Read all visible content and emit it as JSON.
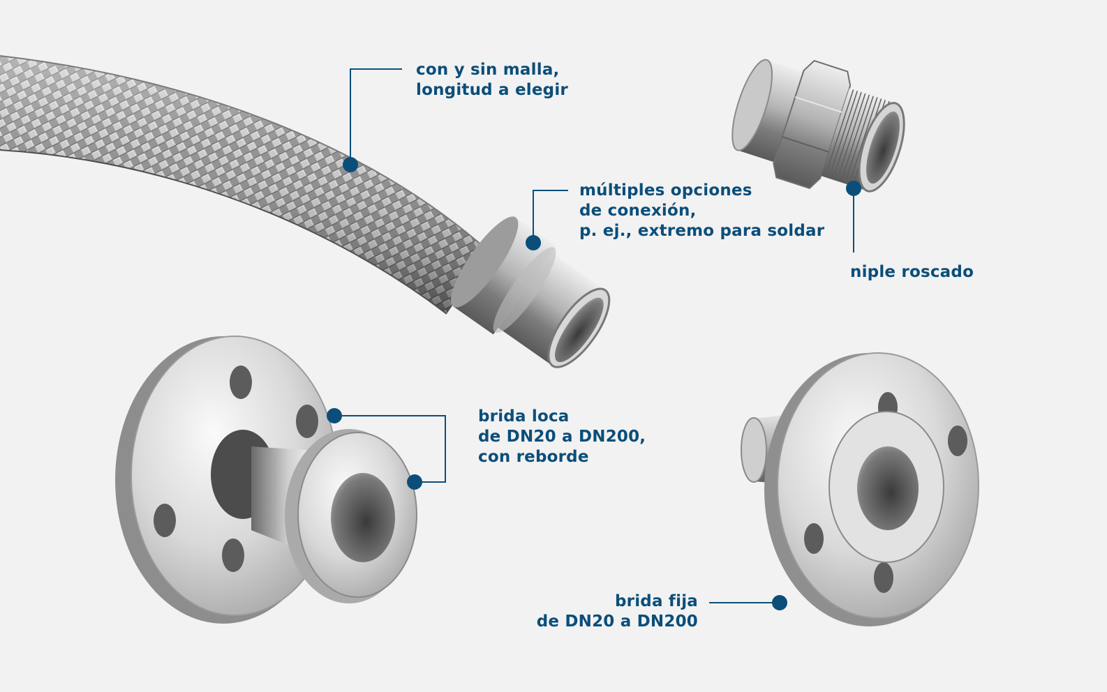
{
  "colors": {
    "background": "#f2f2f2",
    "label_text": "#0b4e7a",
    "callout_line": "#0b4e7a",
    "callout_dot": "#0b4e7a",
    "steel_light": "#e4e4e4",
    "steel_mid": "#a8a8a8",
    "steel_dark": "#5a5a5a"
  },
  "callouts": {
    "braid": {
      "lines": [
        "con y sin malla,",
        "longitud a elegir"
      ]
    },
    "connection": {
      "lines": [
        "múltiples opciones",
        "de conexión,",
        "p. ej., extremo para soldar"
      ]
    },
    "nipple": {
      "lines": [
        "niple roscado"
      ]
    },
    "loose_flange": {
      "lines": [
        "brida loca",
        "de DN20 a DN200,",
        "con reborde"
      ]
    },
    "fixed_flange": {
      "lines": [
        "brida fija",
        "de DN20 a DN200"
      ]
    }
  },
  "parts": {
    "hose": {
      "icon": "braided-hose-icon"
    },
    "weld_end": {
      "icon": "weld-end-icon"
    },
    "nipple": {
      "icon": "threaded-nipple-icon"
    },
    "loose_flange": {
      "icon": "loose-flange-icon"
    },
    "fixed_flange": {
      "icon": "fixed-flange-icon"
    }
  }
}
